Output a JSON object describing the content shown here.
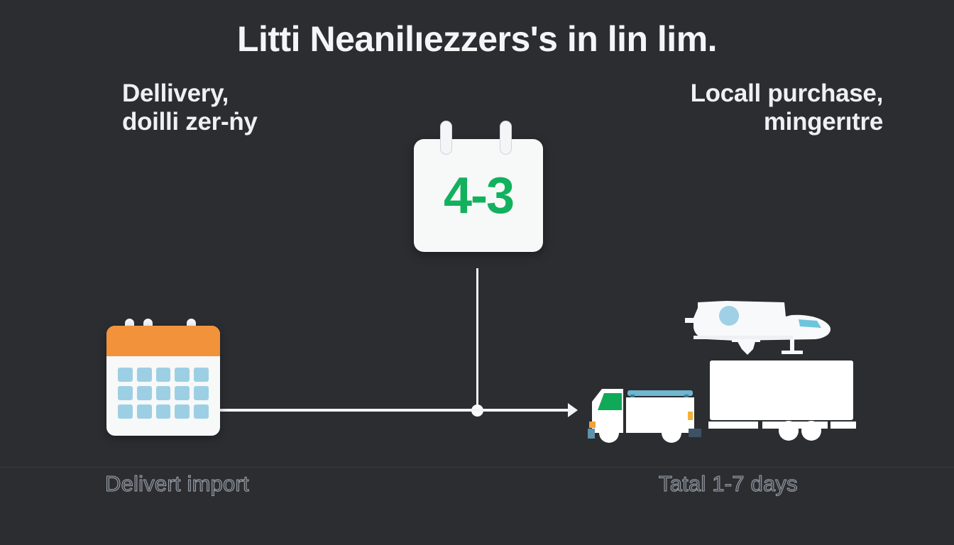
{
  "page": {
    "background_color": "#2b2d31",
    "title": "Litti Neanilıezzers's in lin lim."
  },
  "columns": {
    "left": {
      "label": "Dellivery,\ndoilli zer-ṅy",
      "label_line1": "Dellivery,",
      "label_line2": "doilli zer-ṅy",
      "footer": "Delivert import",
      "icon": "calendar-icon"
    },
    "right": {
      "label": "Locall purchase,\nmingerıtre",
      "label_line1": "Locall purchase,",
      "label_line2": "mingerıtre",
      "footer": "Tatal 1-7 days",
      "icons": [
        "airplane-icon",
        "truck-icon",
        "trailer-icon"
      ]
    }
  },
  "center_card": {
    "range": "4-3",
    "range_color": "#12b15e",
    "card_color": "#f7f8f8",
    "icon": "calendar-card"
  },
  "flow": {
    "arrow": "right-arrow",
    "arrow_color": "#f2f3f4",
    "node_marker": "timeline-dot"
  },
  "palette": {
    "background": "#2b2d31",
    "accent_green": "#12b15e",
    "accent_orange": "#f2933b",
    "accent_blue": "#9dcfe4",
    "text_primary": "#f4f5f6",
    "text_muted": "#9da3ab"
  }
}
